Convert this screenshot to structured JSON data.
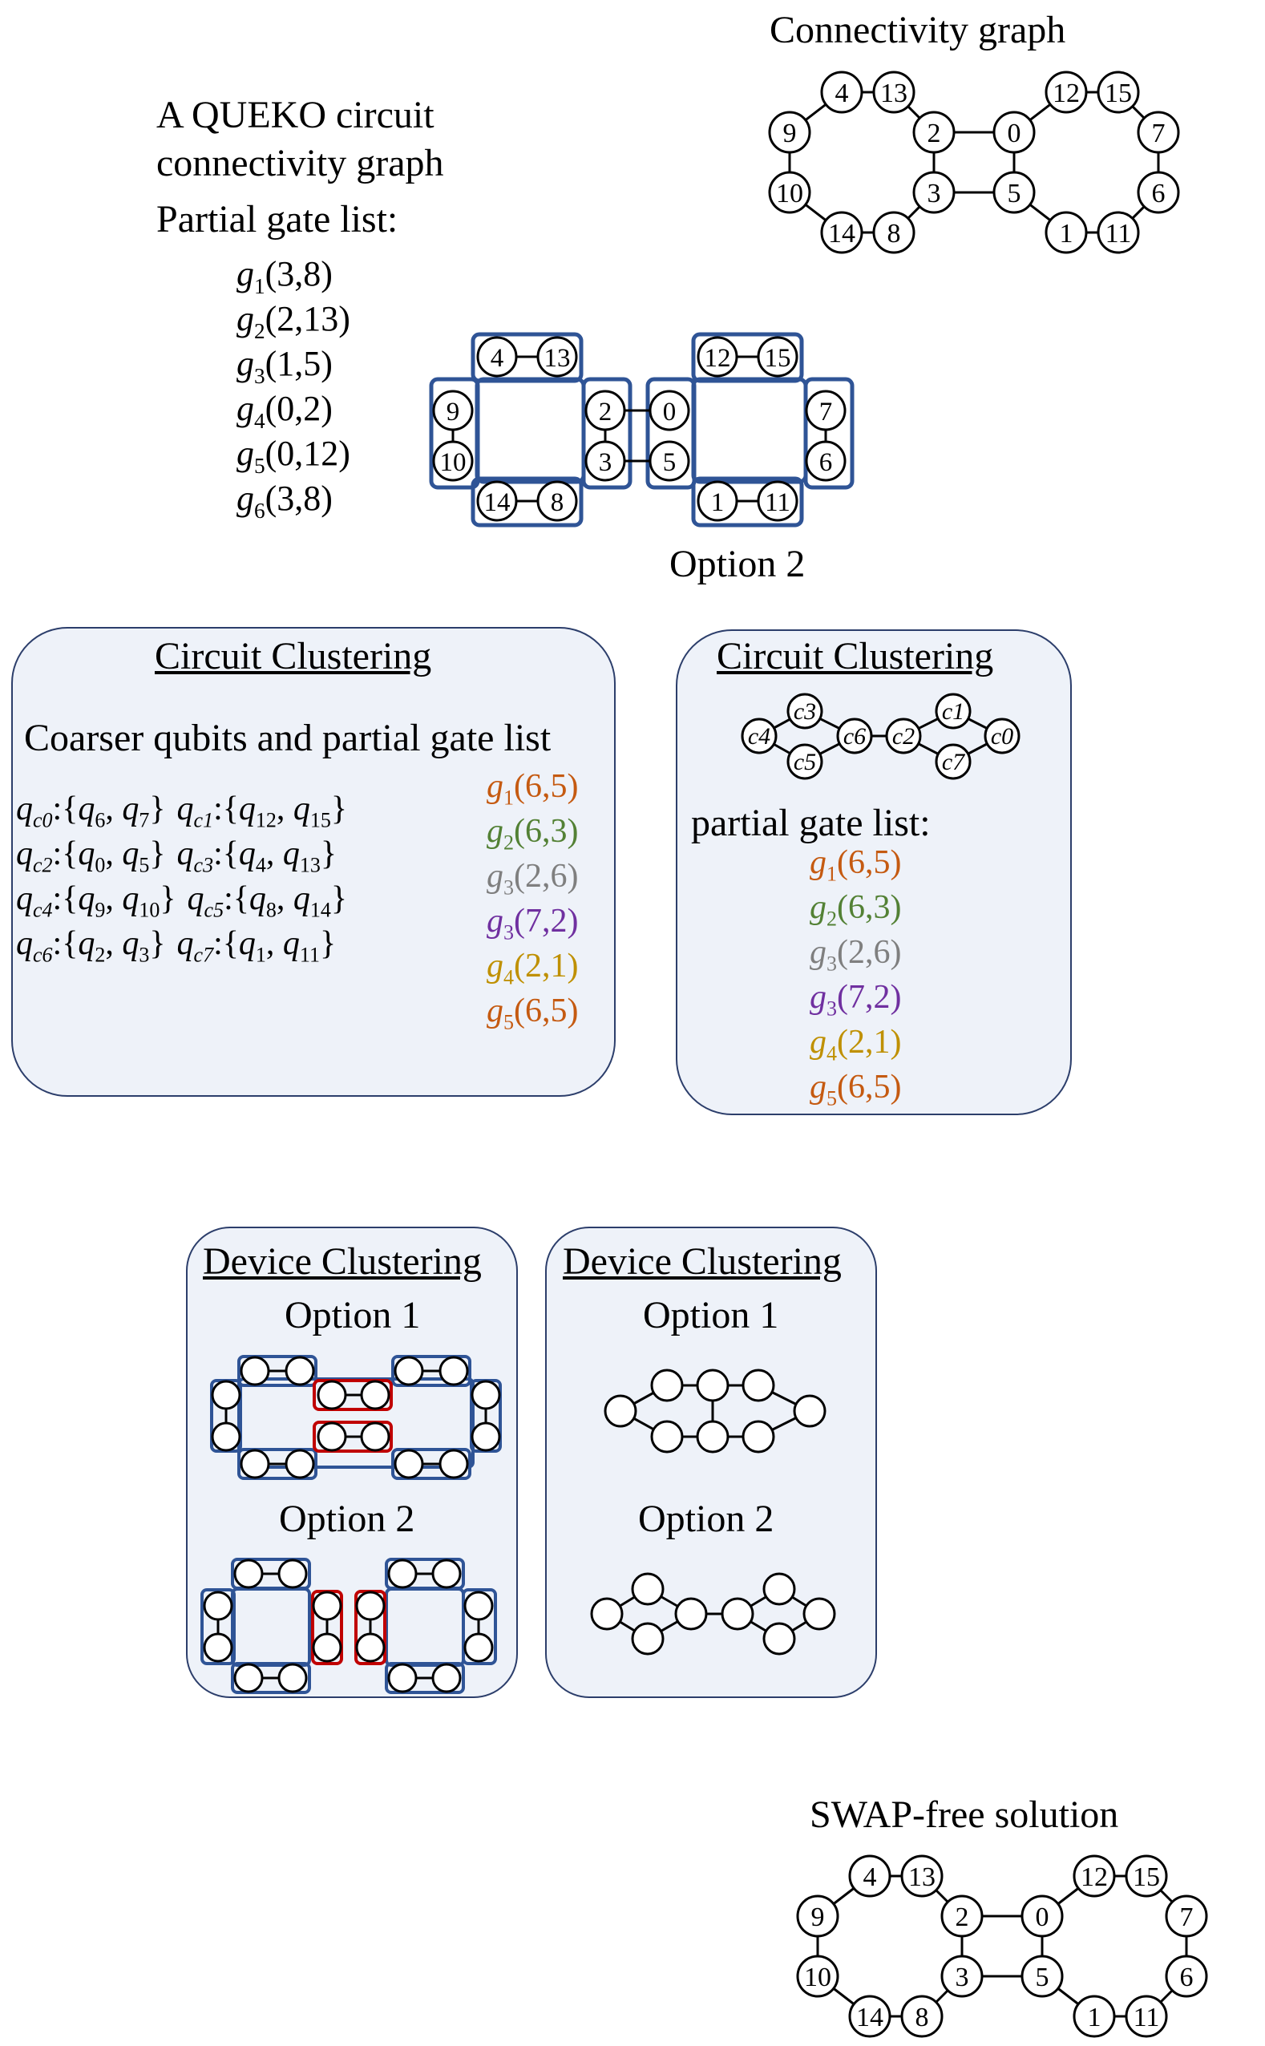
{
  "colors": {
    "box_fill": "#eef2f9",
    "box_border": "#2c3e6b",
    "cluster_blue": "#2f5496",
    "cluster_red": "#c00000",
    "gate_orange": "#c55a11",
    "gate_green": "#538135",
    "gate_gray": "#7f7f7f",
    "gate_purple": "#7030a0",
    "gate_gold": "#bf9000"
  },
  "intro": {
    "title_line1": "A QUEKO circuit",
    "title_line2": "connectivity graph",
    "partial_gate_list_label": "Partial gate list:",
    "gates": [
      {
        "sym": "g",
        "sub": "1",
        "args": "(3,8)"
      },
      {
        "sym": "g",
        "sub": "2",
        "args": "(2,13)"
      },
      {
        "sym": "g",
        "sub": "3",
        "args": "(1,5)"
      },
      {
        "sym": "g",
        "sub": "4",
        "args": "(0,2)"
      },
      {
        "sym": "g",
        "sub": "5",
        "args": "(0,12)"
      },
      {
        "sym": "g",
        "sub": "6",
        "args": "(3,8)"
      }
    ]
  },
  "connectivity_graph": {
    "title": "Connectivity graph",
    "node_labels": [
      "4",
      "13",
      "12",
      "15",
      "9",
      "2",
      "0",
      "7",
      "10",
      "3",
      "5",
      "6",
      "14",
      "8",
      "1",
      "11"
    ]
  },
  "clustered_graph": {
    "caption": "Option 2",
    "node_labels": [
      "4",
      "13",
      "12",
      "15",
      "9",
      "2",
      "0",
      "7",
      "10",
      "3",
      "5",
      "6",
      "14",
      "8",
      "1",
      "11"
    ]
  },
  "circuit_clustering_left": {
    "title": "Circuit Clustering",
    "subtitle": "Coarser qubits and partial gate list",
    "qubit_lines": [
      [
        {
          "name": "c0",
          "members": [
            [
              "6"
            ],
            [
              "7"
            ]
          ]
        },
        {
          "name": "c1",
          "members": [
            [
              "12"
            ],
            [
              "15"
            ]
          ]
        }
      ],
      [
        {
          "name": "c2",
          "members": [
            [
              "0"
            ],
            [
              "5"
            ]
          ]
        },
        {
          "name": "c3",
          "members": [
            [
              "4"
            ],
            [
              "13"
            ]
          ]
        }
      ],
      [
        {
          "name": "c4",
          "members": [
            [
              "9"
            ],
            [
              "10"
            ]
          ]
        },
        {
          "name": "c5",
          "members": [
            [
              "8"
            ],
            [
              "14"
            ]
          ]
        }
      ],
      [
        {
          "name": "c6",
          "members": [
            [
              "2"
            ],
            [
              "3"
            ]
          ]
        },
        {
          "name": "c7",
          "members": [
            [
              "1"
            ],
            [
              "11"
            ]
          ]
        }
      ]
    ],
    "gates": [
      {
        "sym": "g",
        "sub": "1",
        "args": "(6,5)",
        "color": "orange"
      },
      {
        "sym": "g",
        "sub": "2",
        "args": "(6,3)",
        "color": "green"
      },
      {
        "sym": "g",
        "sub": "3",
        "args": "(2,6)",
        "color": "gray"
      },
      {
        "sym": "g",
        "sub": "3",
        "args": "(7,2)",
        "color": "purple"
      },
      {
        "sym": "g",
        "sub": "4",
        "args": "(2,1)",
        "color": "gold"
      },
      {
        "sym": "g",
        "sub": "5",
        "args": "(6,5)",
        "color": "orange"
      }
    ]
  },
  "circuit_clustering_right": {
    "title": "Circuit Clustering",
    "coarse_nodes": [
      "c4",
      "c3",
      "c5",
      "c6",
      "c2",
      "c1",
      "c7",
      "c0"
    ],
    "partial_gate_list_label": "partial gate list:",
    "gates": [
      {
        "sym": "g",
        "sub": "1",
        "args": "(6,5)",
        "color": "orange"
      },
      {
        "sym": "g",
        "sub": "2",
        "args": "(6,3)",
        "color": "green"
      },
      {
        "sym": "g",
        "sub": "3",
        "args": "(2,6)",
        "color": "gray"
      },
      {
        "sym": "g",
        "sub": "3",
        "args": "(7,2)",
        "color": "purple"
      },
      {
        "sym": "g",
        "sub": "4",
        "args": "(2,1)",
        "color": "gold"
      },
      {
        "sym": "g",
        "sub": "5",
        "args": "(6,5)",
        "color": "orange"
      }
    ]
  },
  "device_clustering_left": {
    "title": "Device Clustering",
    "option1": "Option 1",
    "option2": "Option 2"
  },
  "device_clustering_right": {
    "title": "Device Clustering",
    "option1": "Option 1",
    "option2": "Option 2"
  },
  "swap_free": {
    "title": "SWAP-free solution",
    "node_labels": [
      "4",
      "13",
      "12",
      "15",
      "9",
      "2",
      "0",
      "7",
      "10",
      "3",
      "5",
      "6",
      "14",
      "8",
      "1",
      "11"
    ]
  }
}
